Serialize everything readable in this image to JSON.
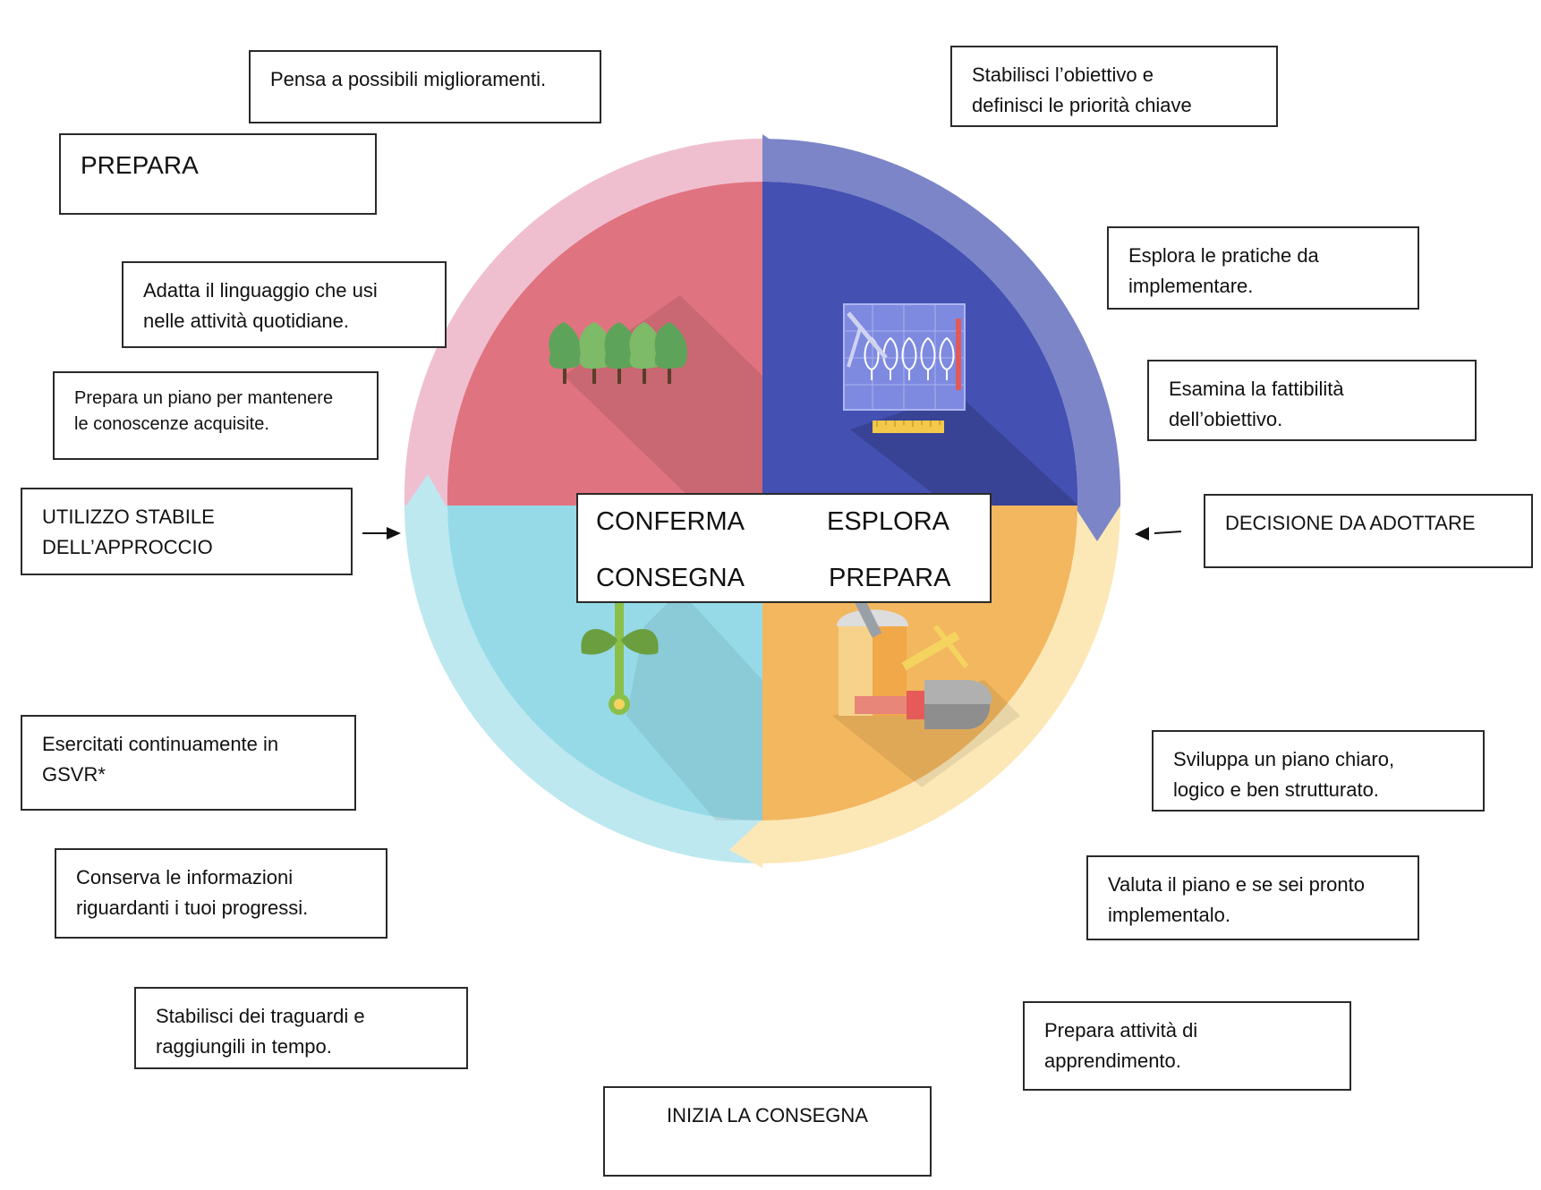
{
  "colors": {
    "quadrant_top_left": "#E07380",
    "quadrant_top_right": "#4450B2",
    "quadrant_bottom_left": "#96DAE8",
    "quadrant_bottom_right": "#F2B75F",
    "arc_pink": "#EFBFD0",
    "arc_blue": "#7B85C8",
    "arc_yellow": "#FCE8B6",
    "arc_light_blue": "#BDE8F0"
  },
  "icons": {
    "top_left": "trees-icon",
    "top_right": "blueprint-icon",
    "bottom_left": "sprout-icon",
    "bottom_right": "gardening-tools-icon"
  },
  "center": {
    "top_left": "CONFERMA",
    "top_right": "ESPLORA",
    "bottom_left": "CONSEGNA",
    "bottom_right": "PREPARA"
  },
  "left_boxes": {
    "miglioramenti": "Pensa a possibili miglioramenti.",
    "prepara": "PREPARA",
    "linguaggio": [
      "Adatta il linguaggio che usi",
      "nelle attività quotidiane."
    ],
    "piano_conoscenze": [
      "Prepara un piano per mantenere",
      "le conoscenze acquisite."
    ],
    "utilizzo": [
      "UTILIZZO STABILE",
      "DELL’APPROCCIO"
    ],
    "esercitati": [
      "Esercitati continuamente in",
      "GSVR*"
    ],
    "conserva": [
      "Conserva le informazioni",
      "riguardanti i tuoi progressi."
    ],
    "traguardi": [
      "Stabilisci dei traguardi e",
      "raggiungili in tempo."
    ]
  },
  "right_boxes": {
    "obiettivo": [
      "Stabilisci l’obiettivo e",
      "definisci le priorità chiave"
    ],
    "esplora_pratiche": [
      "Esplora le pratiche da",
      "implementare."
    ],
    "fattibilita": [
      "Esamina la fattibilità",
      "dell’obiettivo."
    ],
    "decisione": "DECISIONE DA ADOTTARE",
    "sviluppa": [
      "Sviluppa un piano chiaro,",
      "logico e ben strutturato."
    ],
    "valuta": [
      "Valuta il piano e se sei pronto",
      "implementalo."
    ],
    "attivita": [
      "Prepara attività di",
      "apprendimento."
    ]
  },
  "bottom_box": "INIZIA LA CONSEGNA"
}
